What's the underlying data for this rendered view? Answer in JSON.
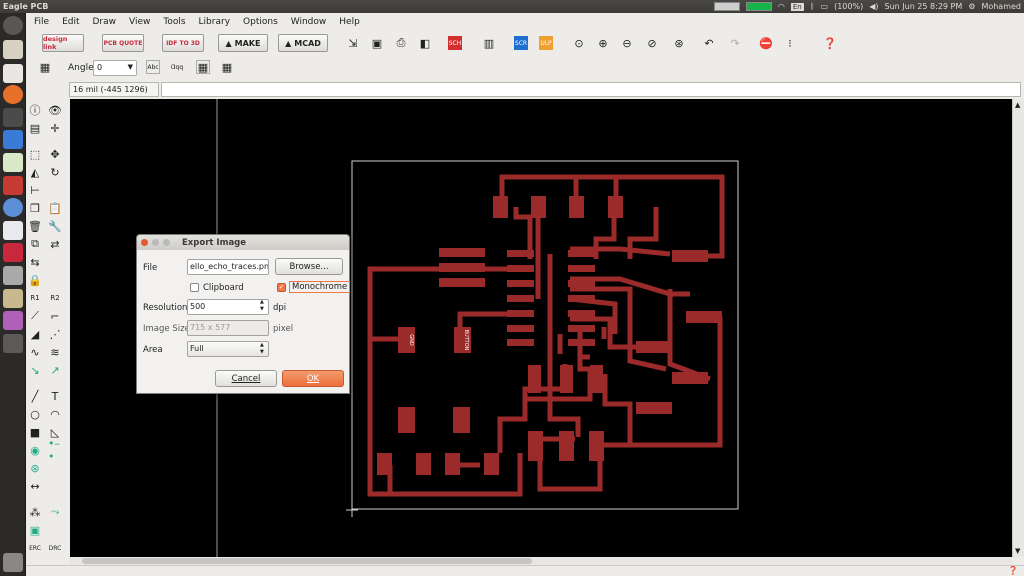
{
  "top_panel": {
    "app_title": "Eagle PCB",
    "battery": "(100%)",
    "datetime": "Sun Jun 25  8:29 PM",
    "user": "Mohamed",
    "keyboard": "En"
  },
  "menu": [
    "File",
    "Edit",
    "Draw",
    "View",
    "Tools",
    "Library",
    "Options",
    "Window",
    "Help"
  ],
  "toolbar": {
    "design_link": "design link",
    "pcb_quote": "PCB QUOTE",
    "idf_3d": "IDF TO 3D",
    "make": "MAKE",
    "mcad": "MCAD"
  },
  "toolbar2": {
    "angle_label": "Angle:",
    "angle_value": "0"
  },
  "cmdline": {
    "coord": "16 mil (-445 1296)",
    "command": ""
  },
  "dialog": {
    "title": "Export Image",
    "file_label": "File",
    "file_value": "ello_echo_traces.png",
    "browse": "Browse...",
    "clipboard_label": "Clipboard",
    "clipboard_checked": false,
    "monochrome_label": "Monochrome",
    "monochrome_checked": true,
    "resolution_label": "Resolution",
    "resolution_value": "500",
    "resolution_unit": "dpi",
    "image_size_label": "Image Size",
    "image_size_value": "715 x 577",
    "image_size_unit": "pixel",
    "area_label": "Area",
    "area_value": "Full",
    "cancel": "Cancel",
    "ok": "OK"
  },
  "pcb": {
    "label_gnd": "GND",
    "label_button": "BUTTON"
  },
  "colors": {
    "trace": "#9b2a2a",
    "canvas": "#000000",
    "ok_button": "#f07746"
  }
}
